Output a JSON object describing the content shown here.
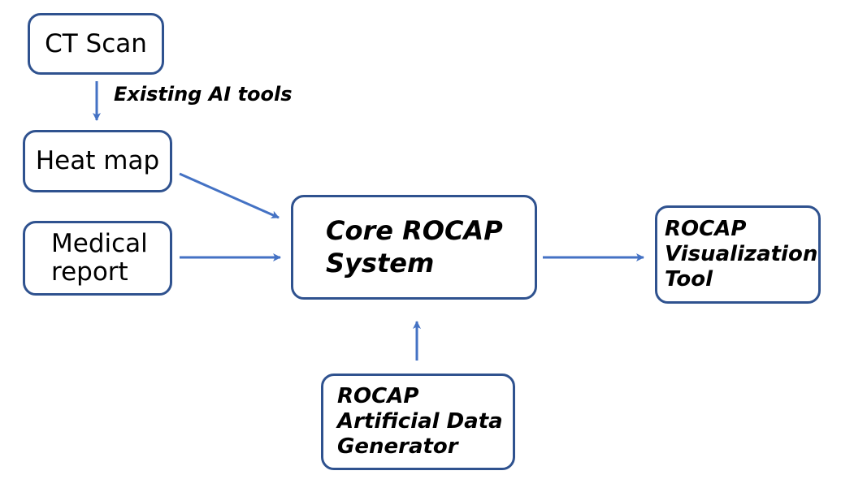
{
  "diagram": {
    "colors": {
      "box_border": "#2F528F",
      "arrow": "#4472C4",
      "text": "#000000",
      "background": "#FFFFFF"
    },
    "nodes": {
      "ct_scan": {
        "lines": [
          "CT Scan"
        ]
      },
      "heat_map": {
        "lines": [
          "Heat map"
        ]
      },
      "medical_report": {
        "lines": [
          "Medical",
          "report"
        ]
      },
      "core_system": {
        "lines": [
          "Core ROCAP",
          "System"
        ]
      },
      "visualization_tool": {
        "lines": [
          "ROCAP",
          "Visualization",
          "Tool"
        ]
      },
      "data_generator": {
        "lines": [
          "ROCAP",
          "Artificial Data",
          "Generator"
        ]
      }
    },
    "edge_labels": {
      "ct_to_heat": "Existing AI tools"
    },
    "edges": [
      {
        "from": "ct_scan",
        "to": "heat_map",
        "label": "Existing AI tools"
      },
      {
        "from": "heat_map",
        "to": "core_system"
      },
      {
        "from": "medical_report",
        "to": "core_system"
      },
      {
        "from": "core_system",
        "to": "visualization_tool"
      },
      {
        "from": "data_generator",
        "to": "core_system"
      }
    ]
  }
}
